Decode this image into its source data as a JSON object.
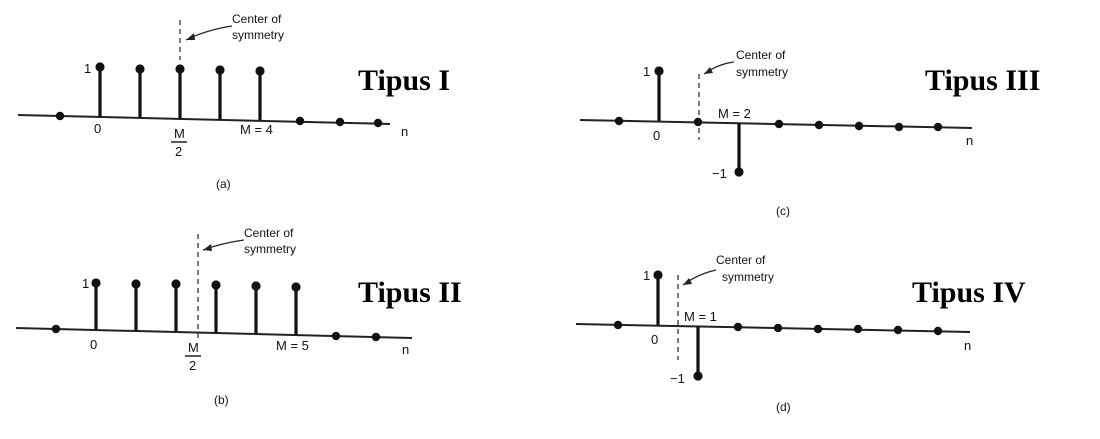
{
  "panels": {
    "a": {
      "type_label": "Tipus I",
      "caption": "(a)",
      "center_label_line1": "Center of",
      "center_label_line2": "symmetry",
      "one_label": "1",
      "zero_label": "0",
      "m_label": "M = 4",
      "half_num": "M",
      "half_den": "2",
      "n_label": "n"
    },
    "b": {
      "type_label": "Tipus II",
      "caption": "(b)",
      "center_label_line1": "Center of",
      "center_label_line2": "symmetry",
      "one_label": "1",
      "zero_label": "0",
      "m_label": "M = 5",
      "half_num": "M",
      "half_den": "2",
      "n_label": "n"
    },
    "c": {
      "type_label": "Tipus III",
      "caption": "(c)",
      "center_label_line1": "Center of",
      "center_label_line2": "symmetry",
      "one_label": "1",
      "zero_label": "0",
      "m_label": "M = 2",
      "neg_label": "−1",
      "n_label": "n"
    },
    "d": {
      "type_label": "Tipus IV",
      "caption": "(d)",
      "center_label_line1": "Center of",
      "center_label_line2": "symmetry",
      "one_label": "1",
      "zero_label": "0",
      "m_label": "M = 1",
      "neg_label": "−1",
      "n_label": "n"
    }
  }
}
